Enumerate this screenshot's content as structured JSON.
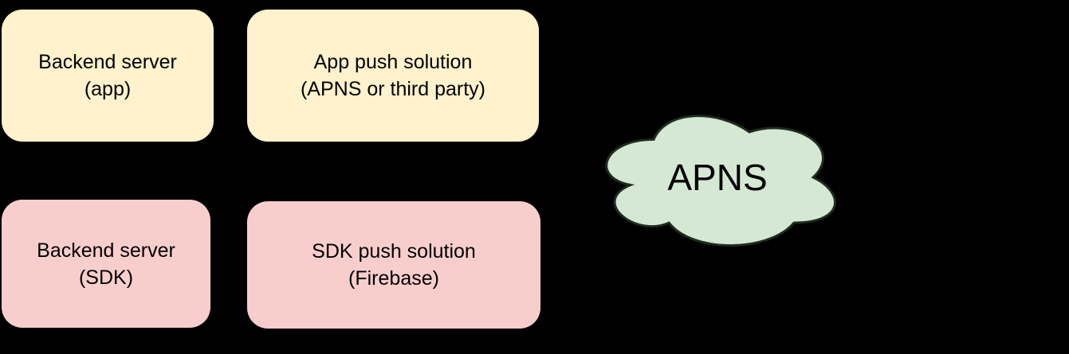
{
  "canvas": {
    "background": "#000000"
  },
  "nodes": [
    {
      "id": "backend-server-app",
      "line1": "Backend server",
      "line2": "(app)",
      "fill": "#fff2cc"
    },
    {
      "id": "app-push-solution",
      "line1": "App push solution",
      "line2": "(APNS or third party)",
      "fill": "#fff2cc"
    },
    {
      "id": "backend-server-sdk",
      "line1": "Backend server",
      "line2": "(SDK)",
      "fill": "#f8cecc"
    },
    {
      "id": "sdk-push-solution",
      "line1": "SDK push solution",
      "line2": "(Firebase)",
      "fill": "#f8cecc"
    }
  ],
  "cloud": {
    "label": "APNS",
    "fill": "#d5e8d4",
    "stroke": "#1f2d1f"
  }
}
